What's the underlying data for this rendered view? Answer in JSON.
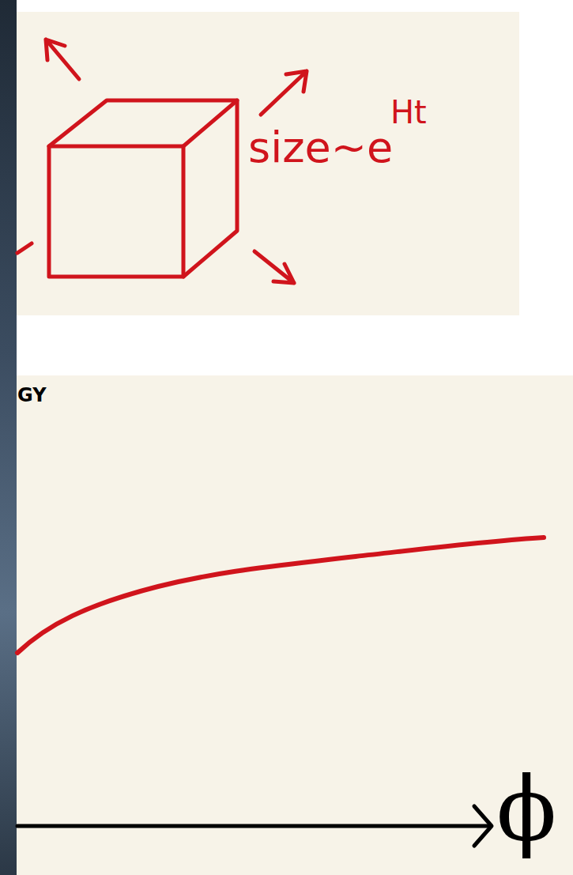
{
  "diagram": {
    "labels": [
      "size~e",
      "Ht",
      "GY",
      "ϕ"
    ]
  }
}
